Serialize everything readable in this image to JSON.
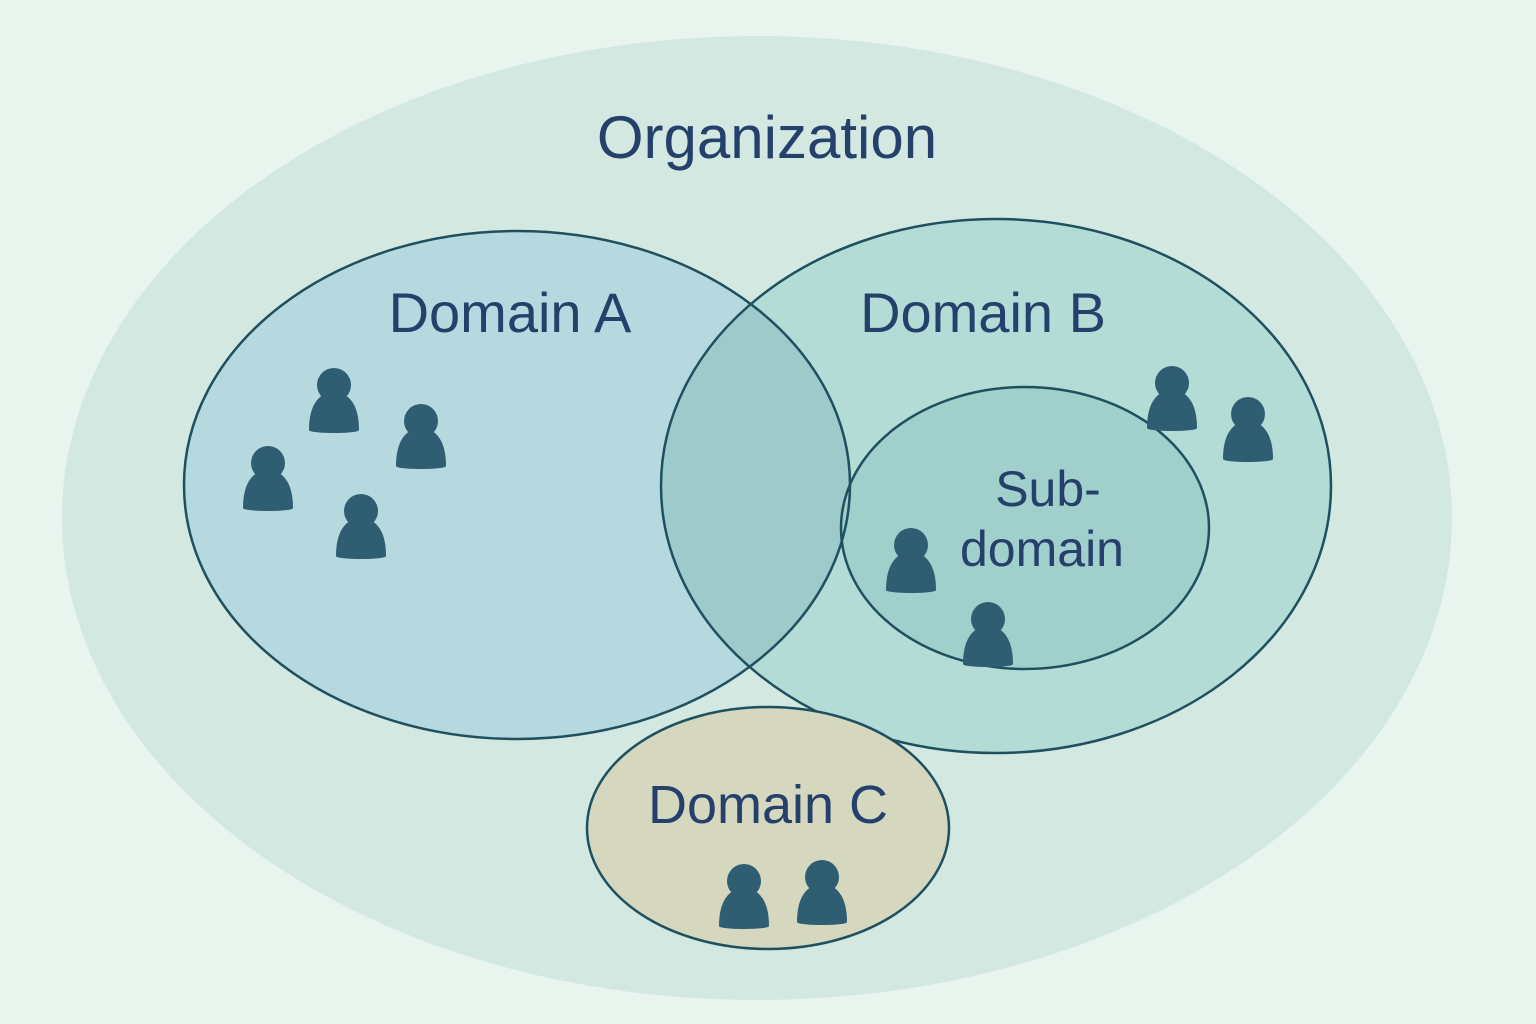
{
  "diagram": {
    "organization": {
      "label": "Organization",
      "fill": "#d2e8e0"
    },
    "domain_a": {
      "label": "Domain A",
      "fill": "#b6d8df",
      "person_count": 4
    },
    "domain_b": {
      "label": "Domain B",
      "fill": "#b3dcd6",
      "person_count": 2
    },
    "overlap_ab": {
      "fill": "#9fcacb"
    },
    "subdomain": {
      "label_line1": "Sub-",
      "label_line2": "domain",
      "fill": "#a1cfcb",
      "person_count": 2
    },
    "domain_c": {
      "label": "Domain C",
      "fill": "#d5d7bf",
      "person_count": 2
    },
    "colors": {
      "background": "#e8f5ee",
      "outline": "#1f5060",
      "person": "#2f5e73",
      "text": "#24406b"
    },
    "icons": [
      "person-icon"
    ]
  }
}
